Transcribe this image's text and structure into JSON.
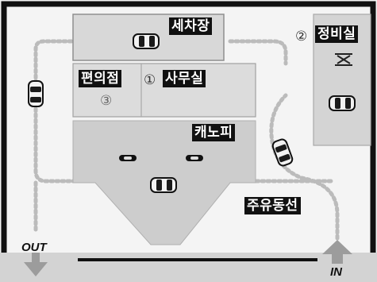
{
  "labels": {
    "car_wash": "세차장",
    "maintenance_num": "②",
    "maintenance": "정비실",
    "convenience_store": "편의점",
    "office_num": "①",
    "office": "사무실",
    "store_num": "③",
    "canopy": "캐노피",
    "fueling_path": "주유동선",
    "out": "OUT",
    "in": "IN"
  },
  "colors": {
    "road_border": "#111111",
    "building_fill": "#d6d6d6",
    "building_outline": "#9a9a9a",
    "canopy_fill": "#cfcfcf",
    "dotted_path": "#b9b9b9",
    "arrow": "#9c9c9c",
    "car_body": "#f2f2f2",
    "car_dark": "#1a1a1a"
  },
  "icons": [
    "car-icon",
    "lift-icon",
    "up-arrow-icon",
    "down-arrow-icon"
  ]
}
